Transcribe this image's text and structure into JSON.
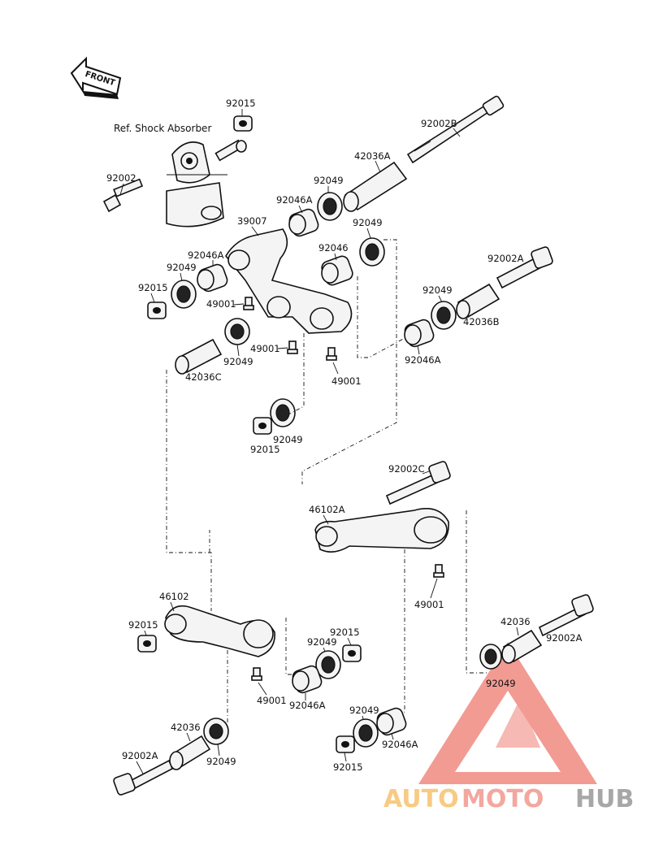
{
  "front_label": "FRONT",
  "ref_label": "Ref. Shock Absorber",
  "labels": {
    "p92015_top": "92015",
    "p92002_top": "92002",
    "p92002B": "92002B",
    "p42036A": "42036A",
    "p92049_a": "92049",
    "p92046A_a": "92046A",
    "p39007": "39007",
    "p92049_b": "92049",
    "p92046": "92046",
    "p92046A_b": "92046A",
    "p92049_c": "92049",
    "p92015_a": "92015",
    "p49001_a": "49001",
    "p92002A_a": "92002A",
    "p92049_d": "92049",
    "p42036B": "42036B",
    "p92046A_c": "92046A",
    "p49001_b": "49001",
    "p92049_e": "92049",
    "p42036C": "42036C",
    "p49001_c": "49001",
    "p92015_b": "92015",
    "p92049_f": "92049",
    "p92002C": "92002C",
    "p46102A": "46102A",
    "p49001_d": "49001",
    "p46102": "46102",
    "p92015_c": "92015",
    "p92015_d": "92015",
    "p92049_g": "92049",
    "p42036": "42036",
    "p92002A_b": "92002A",
    "p92049_h": "92049",
    "p49001_e": "49001",
    "p92046A_d": "92046A",
    "p92049_i": "92049",
    "p92046A_e": "92046A",
    "p92015_e": "92015",
    "p42036_b": "42036",
    "p92049_j": "92049",
    "p92002A_c": "92002A"
  },
  "watermark": {
    "part1": "AUTO",
    "part2": "MOTO",
    "part3": "HUB"
  },
  "colors": {
    "watermark_red": "#e84a3c",
    "watermark_orange": "#f4a93a",
    "watermark_gray": "#7a7a7a",
    "ink": "#111111"
  }
}
